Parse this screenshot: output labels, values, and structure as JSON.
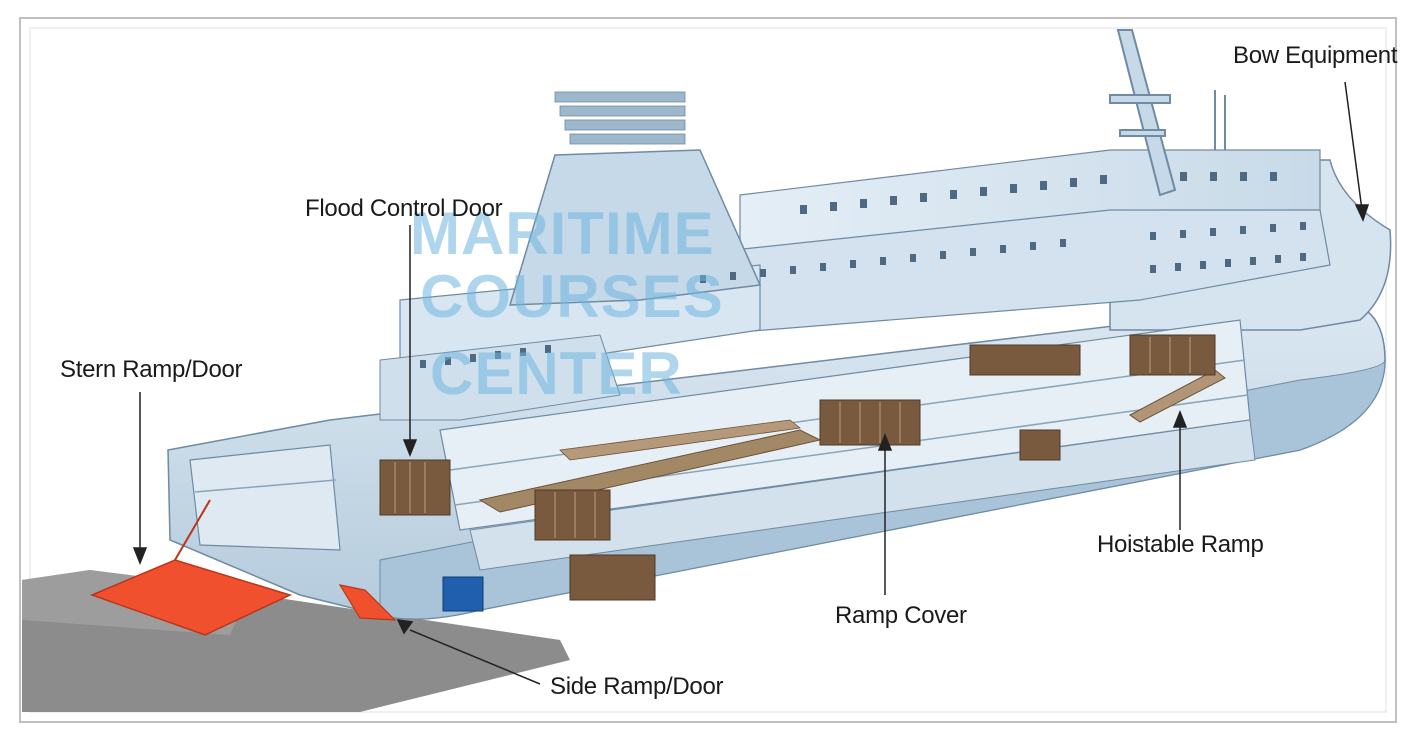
{
  "diagram": {
    "labels": {
      "bow_equipment": "Bow Equipment",
      "flood_control_door": "Flood Control Door",
      "stern_ramp_door": "Stern Ramp/Door",
      "hoistable_ramp": "Hoistable Ramp",
      "ramp_cover": "Ramp Cover",
      "side_ramp_door": "Side Ramp/Door"
    },
    "watermark": {
      "line1": "MARITIME",
      "line2": "COURSES",
      "line3": "CENTER"
    },
    "colors": {
      "hull": "#c9dbe9",
      "hull_shadow": "#a9c3d8",
      "hull_outline": "#6f8aa2",
      "ramp": "#f0502e",
      "quay": "#8a8a8a",
      "cargo": "#7a5a3e",
      "container": "#1f5fae"
    }
  }
}
